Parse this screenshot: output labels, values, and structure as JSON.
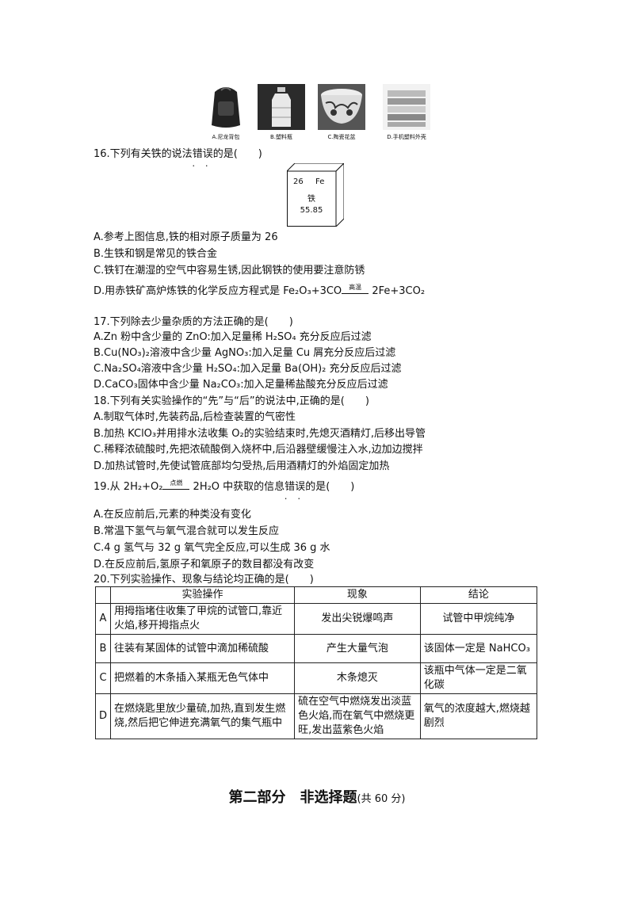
{
  "pictures": [
    {
      "caption": "A.尼龙背包",
      "icon": "backpack-image"
    },
    {
      "caption": "B.塑料瓶",
      "icon": "plastic-bottle-image"
    },
    {
      "caption": "C.陶瓷花盆",
      "icon": "ceramic-bowl-image"
    },
    {
      "caption": "D.手机塑料外壳",
      "icon": "phone-case-image"
    }
  ],
  "q16": {
    "stem_pre": "16.下列有关铁的说法",
    "stem_dot": "错误",
    "stem_post": "的是(　　)",
    "element": {
      "number": "26",
      "symbol": "Fe",
      "name": "铁",
      "mass": "55.85"
    },
    "options": [
      "A.参考上图信息,铁的相对原子质量为 26",
      "B.生铁和钢是常见的铁合金",
      "C.铁钉在潮湿的空气中容易生锈,因此钢铁的使用要注意防锈"
    ],
    "option_d_pre": "D.用赤铁矿高炉炼铁的化学反应方程式是 Fe₂O₃+3CO",
    "option_d_cond": "高温",
    "option_d_post": "2Fe+3CO₂"
  },
  "q17": {
    "stem": "17.下列除去少量杂质的方法正确的是(　　)",
    "options": [
      "A.Zn 粉中含少量的 ZnO:加入足量稀 H₂SO₄ 充分反应后过滤",
      "B.Cu(NO₃)₂溶液中含少量 AgNO₃:加入足量 Cu 屑充分反应后过滤",
      "C.Na₂SO₄溶液中含少量 H₂SO₄:加入足量 Ba(OH)₂ 充分反应后过滤",
      "D.CaCO₃固体中含少量 Na₂CO₃:加入足量稀盐酸充分反应后过滤"
    ]
  },
  "q18": {
    "stem": "18.下列有关实验操作的“先”与“后”的说法中,正确的是(　　)",
    "options": [
      "A.制取气体时,先装药品,后检查装置的气密性",
      "B.加热 KClO₃并用排水法收集 O₂的实验结束时,先熄灭酒精灯,后移出导管",
      "C.稀释浓硫酸时,先把浓硫酸倒入烧杯中,后沿器壁缓慢注入水,边加边搅拌",
      "D.加热试管时,先使试管底部均匀受热,后用酒精灯的外焰固定加热"
    ]
  },
  "q19": {
    "stem_pre": "19.从 2H₂+O₂",
    "stem_cond": "点燃",
    "stem_mid": "2H₂O 中获取的信息",
    "stem_dot": "错误",
    "stem_post": "的是(　　)",
    "options": [
      "A.在反应前后,元素的种类没有变化",
      "B.常温下氢气与氧气混合就可以发生反应",
      "C.4 g 氢气与 32 g 氧气完全反应,可以生成 36 g 水",
      "D.在反应前后,氢原子和氧原子的数目都没有改变"
    ]
  },
  "q20": {
    "stem": "20.下列实验操作、现象与结论均正确的是(　　)",
    "headers": [
      "",
      "实验操作",
      "现象",
      "结论"
    ],
    "rows": [
      {
        "label": "A",
        "op": "用拇指堵住收集了甲烷的试管口,靠近火焰,移开拇指点火",
        "phen": "发出尖锐爆鸣声",
        "concl": "试管中甲烷纯净"
      },
      {
        "label": "B",
        "op": "往装有某固体的试管中滴加稀硫酸",
        "phen": "产生大量气泡",
        "concl": "该固体一定是 NaHCO₃"
      },
      {
        "label": "C",
        "op": "把燃着的木条插入某瓶无色气体中",
        "phen": "木条熄灭",
        "concl": "该瓶中气体一定是二氧化碳"
      },
      {
        "label": "D",
        "op": "在燃烧匙里放少量硫,加热,直到发生燃烧,然后把它伸进充满氧气的集气瓶中",
        "phen": "硫在空气中燃烧发出淡蓝色火焰,而在氧气中燃烧更旺,发出蓝紫色火焰",
        "concl": "氧气的浓度越大,燃烧越剧烈"
      }
    ]
  },
  "part2": {
    "title": "第二部分　非选择题",
    "score": "(共 60 分)"
  }
}
